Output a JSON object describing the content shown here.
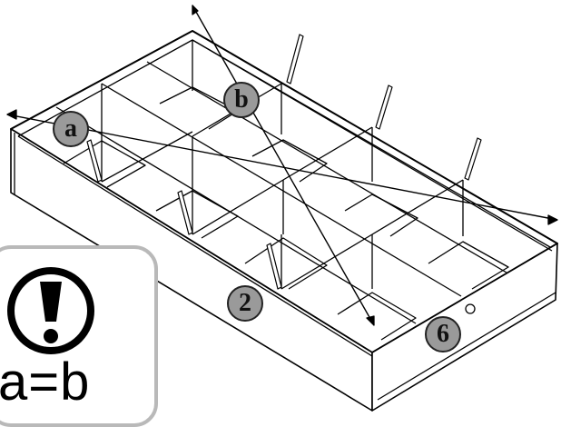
{
  "callouts": {
    "a": "a",
    "b": "b",
    "part_2": "2",
    "part_6": "6"
  },
  "note": {
    "icon": "exclamation-icon",
    "equation": "a=b"
  },
  "colors": {
    "line": "#000000",
    "callout_fill": "#9a9a9a",
    "note_border": "#b9b9b9"
  }
}
